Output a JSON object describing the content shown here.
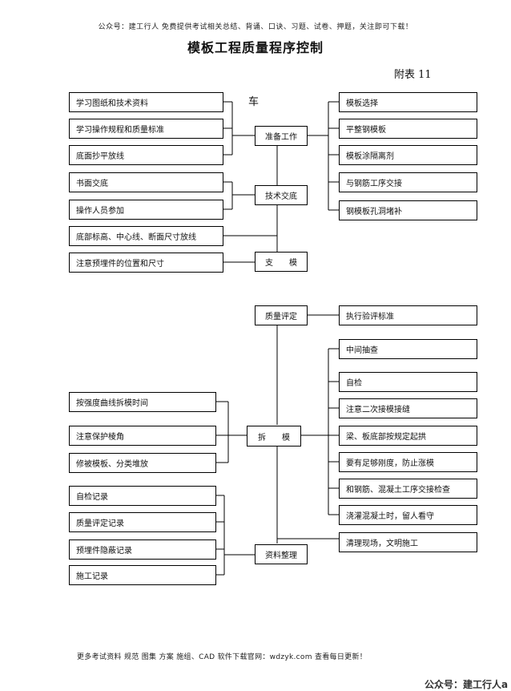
{
  "header_note": "公众号：建工行人 免费提供考试相关总结、背诵、口诀、习题、试卷、押题，关注即可下载！",
  "title": "模板工程质量程序控制",
  "appendix": "附表 11",
  "stray_char": "车",
  "section1": {
    "prep": {
      "center": "准备工作",
      "left": [
        "学习图纸和技术资料",
        "学习操作规程和质量标准",
        "底面抄平放线"
      ],
      "right": [
        "模板选择",
        "平整钢模板",
        "模板涂隔离剂",
        "与钢筋工序交接",
        "钢模板孔洞堵补"
      ]
    },
    "tech": {
      "center": "技术交底",
      "left": [
        "书面交底",
        "操作人员参加"
      ]
    },
    "centerline": "底部标高、中心线、断面尺寸放线",
    "support": {
      "center": "支　　模",
      "left": [
        "注意预埋件的位置和尺寸"
      ]
    }
  },
  "section2": {
    "quality": {
      "center": "质量评定",
      "right": [
        "执行验评标准"
      ]
    },
    "right_list": [
      "中间抽查",
      "自检",
      "注意二次接模接缝",
      "梁、板底部按规定起拱",
      "要有足够刚度，防止涨模",
      "和钢筋、混凝土工序交接检查",
      "浇灌混凝土时，留人看守",
      "清理现场，文明施工"
    ],
    "dismantle": {
      "center": "拆　　模",
      "left": [
        "按强度曲线拆模时间",
        "注意保护棱角",
        "修被模板、分类堆放"
      ]
    },
    "records": {
      "center": "资料整理",
      "left": [
        "自检记录",
        "质量评定记录",
        "预埋件隐蔽记录",
        "施工记录"
      ]
    }
  },
  "footer": "更多考试资料 规范 图集 方案 施组、CAD 软件下载官网：wdzyk.com 查看每日更新！",
  "brand": "公众号：建工行人a"
}
